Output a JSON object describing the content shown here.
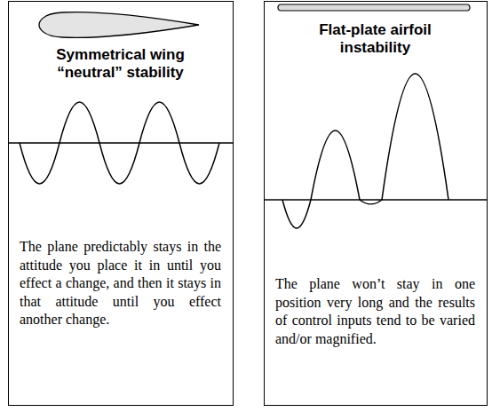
{
  "diagram": {
    "nodes": [
      {
        "text": [
          "Symmetrical wing “neutral” stability",
          "The plane predictably stays in the attitude you place it in until you effect a change, and then it stays in that attitude until you effect another change."
        ]
      },
      {
        "text": [
          "Flat-plate airfoil instability",
          "The plane won’t stay in one position very long and the results of control inputs tend to be varied and/or magnified."
        ]
      }
    ]
  }
}
